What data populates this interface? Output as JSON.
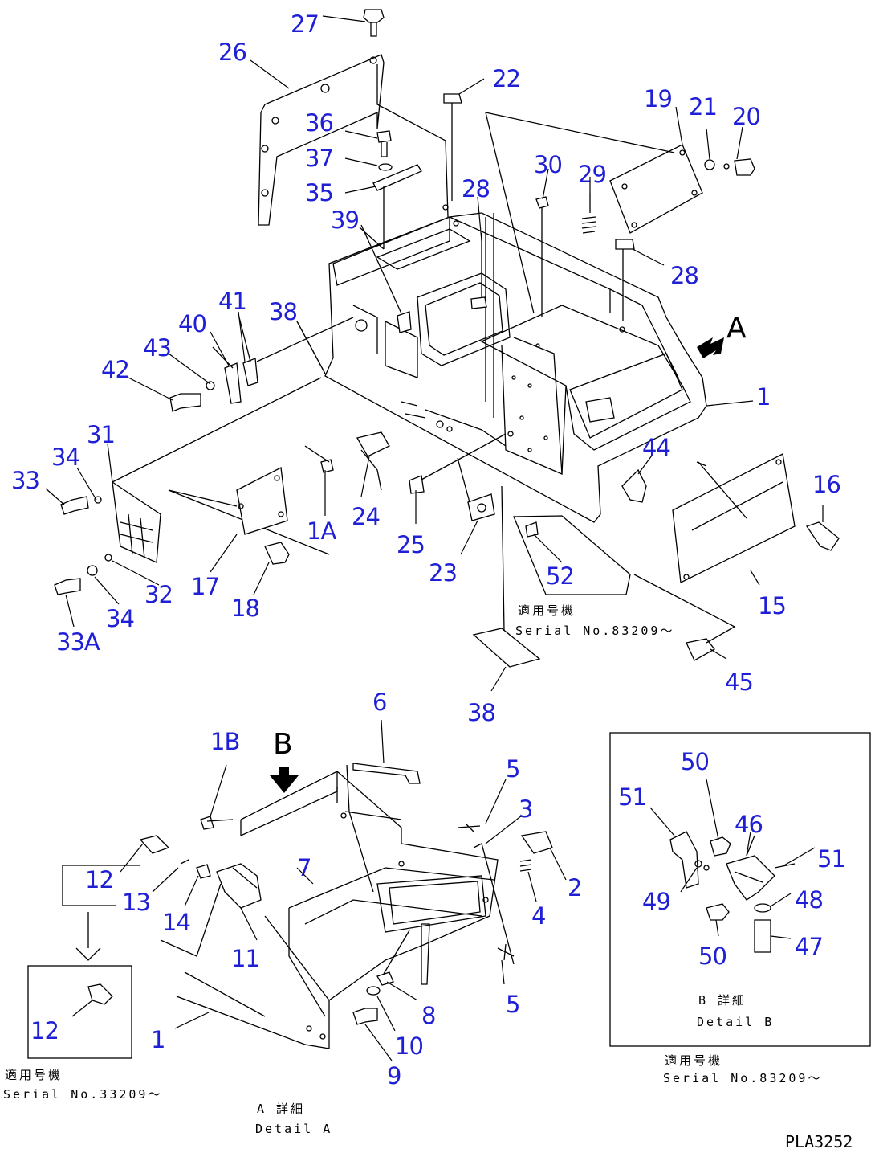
{
  "markers": {
    "view_a": "A",
    "view_b": "B"
  },
  "drawing_code": "PLA3252",
  "notes": {
    "serial_upper": {
      "jp": "適用号機",
      "en": "Serial No.83209～"
    },
    "serial_inset": {
      "jp": "適用号機",
      "en": "Serial No.33209～"
    },
    "serial_detail_b": {
      "jp": "適用号機",
      "en": "Serial No.83209～"
    },
    "detail_a": {
      "jp": "A 詳細",
      "en": "Detail A"
    },
    "detail_b": {
      "jp": "B 詳細",
      "en": "Detail B"
    }
  },
  "part_labels": [
    "27",
    "26",
    "22",
    "36",
    "37",
    "35",
    "39",
    "28",
    "30",
    "29",
    "19",
    "21",
    "20",
    "28",
    "41",
    "40",
    "38",
    "43",
    "42",
    "1",
    "31",
    "34",
    "33",
    "44",
    "16",
    "17",
    "18",
    "1A",
    "24",
    "25",
    "23",
    "52",
    "15",
    "32",
    "34",
    "33A",
    "45",
    "38",
    "6",
    "1B",
    "5",
    "3",
    "12",
    "13",
    "14",
    "7",
    "2",
    "4",
    "11",
    "8",
    "5",
    "1",
    "10",
    "9",
    "12",
    "50",
    "51",
    "46",
    "51",
    "49",
    "48",
    "50",
    "47"
  ]
}
